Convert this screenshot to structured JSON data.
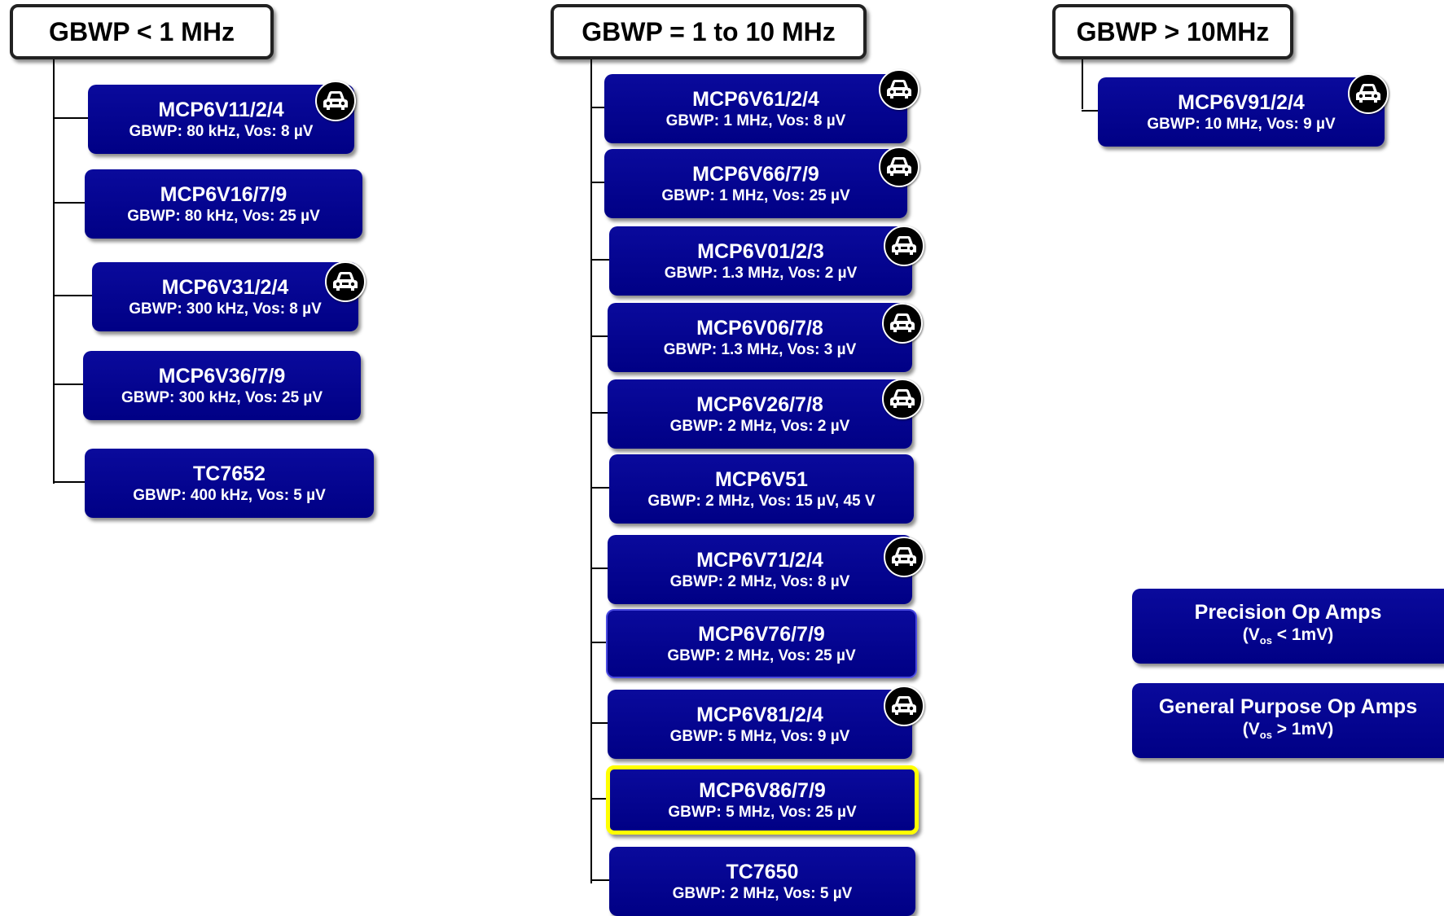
{
  "headers": {
    "low": "GBWP < 1 MHz",
    "mid": "GBWP = 1 to 10 MHz",
    "high": "GBWP > 10MHz"
  },
  "low": [
    {
      "part": "MCP6V11/2/4",
      "spec": "GBWP: 80 kHz, Vos: 8 µV",
      "automotive": true
    },
    {
      "part": "MCP6V16/7/9",
      "spec": "GBWP: 80 kHz, Vos: 25 µV",
      "automotive": false
    },
    {
      "part": "MCP6V31/2/4",
      "spec": "GBWP: 300 kHz, Vos: 8 µV",
      "automotive": true
    },
    {
      "part": "MCP6V36/7/9",
      "spec": "GBWP: 300 kHz, Vos: 25 µV",
      "automotive": false
    },
    {
      "part": "TC7652",
      "spec": "GBWP: 400 kHz, Vos: 5 µV",
      "automotive": false
    }
  ],
  "mid": [
    {
      "part": "MCP6V61/2/4",
      "spec": "GBWP: 1 MHz, Vos: 8 µV",
      "automotive": true
    },
    {
      "part": "MCP6V66/7/9",
      "spec": "GBWP: 1 MHz, Vos: 25 µV",
      "automotive": true
    },
    {
      "part": "MCP6V01/2/3",
      "spec": "GBWP: 1.3 MHz, Vos: 2 µV",
      "automotive": true
    },
    {
      "part": "MCP6V06/7/8",
      "spec": "GBWP: 1.3 MHz, Vos: 3 µV",
      "automotive": true
    },
    {
      "part": "MCP6V26/7/8",
      "spec": "GBWP: 2 MHz, Vos: 2 µV",
      "automotive": true
    },
    {
      "part": "MCP6V51",
      "spec": "GBWP: 2 MHz, Vos: 15 µV, 45 V",
      "automotive": false
    },
    {
      "part": "MCP6V71/2/4",
      "spec": "GBWP: 2 MHz, Vos: 8 µV",
      "automotive": true
    },
    {
      "part": "MCP6V76/7/9",
      "spec": "GBWP: 2 MHz, Vos: 25 µV",
      "automotive": false
    },
    {
      "part": "MCP6V81/2/4",
      "spec": "GBWP: 5 MHz, Vos: 9 µV",
      "automotive": true
    },
    {
      "part": "MCP6V86/7/9",
      "spec": "GBWP: 5 MHz, Vos: 25 µV",
      "automotive": false,
      "highlighted": true
    },
    {
      "part": "TC7650",
      "spec": "GBWP: 2 MHz, Vos: 5 µV",
      "automotive": false
    }
  ],
  "high": [
    {
      "part": "MCP6V91/2/4",
      "spec": "GBWP: 10 MHz, Vos: 9 µV",
      "automotive": true
    }
  ],
  "legend": {
    "precision": {
      "title": "Precision Op Amps",
      "open": "(V",
      "sub": "os",
      "close": " < 1mV)"
    },
    "general": {
      "title": "General Purpose Op Amps",
      "open": "(V",
      "sub": "os",
      "close": " > 1mV)"
    }
  },
  "icons": {
    "automotive": "car-icon"
  },
  "colors": {
    "box": "#000085",
    "highlight": "#ffff00",
    "header_border": "#222222"
  }
}
